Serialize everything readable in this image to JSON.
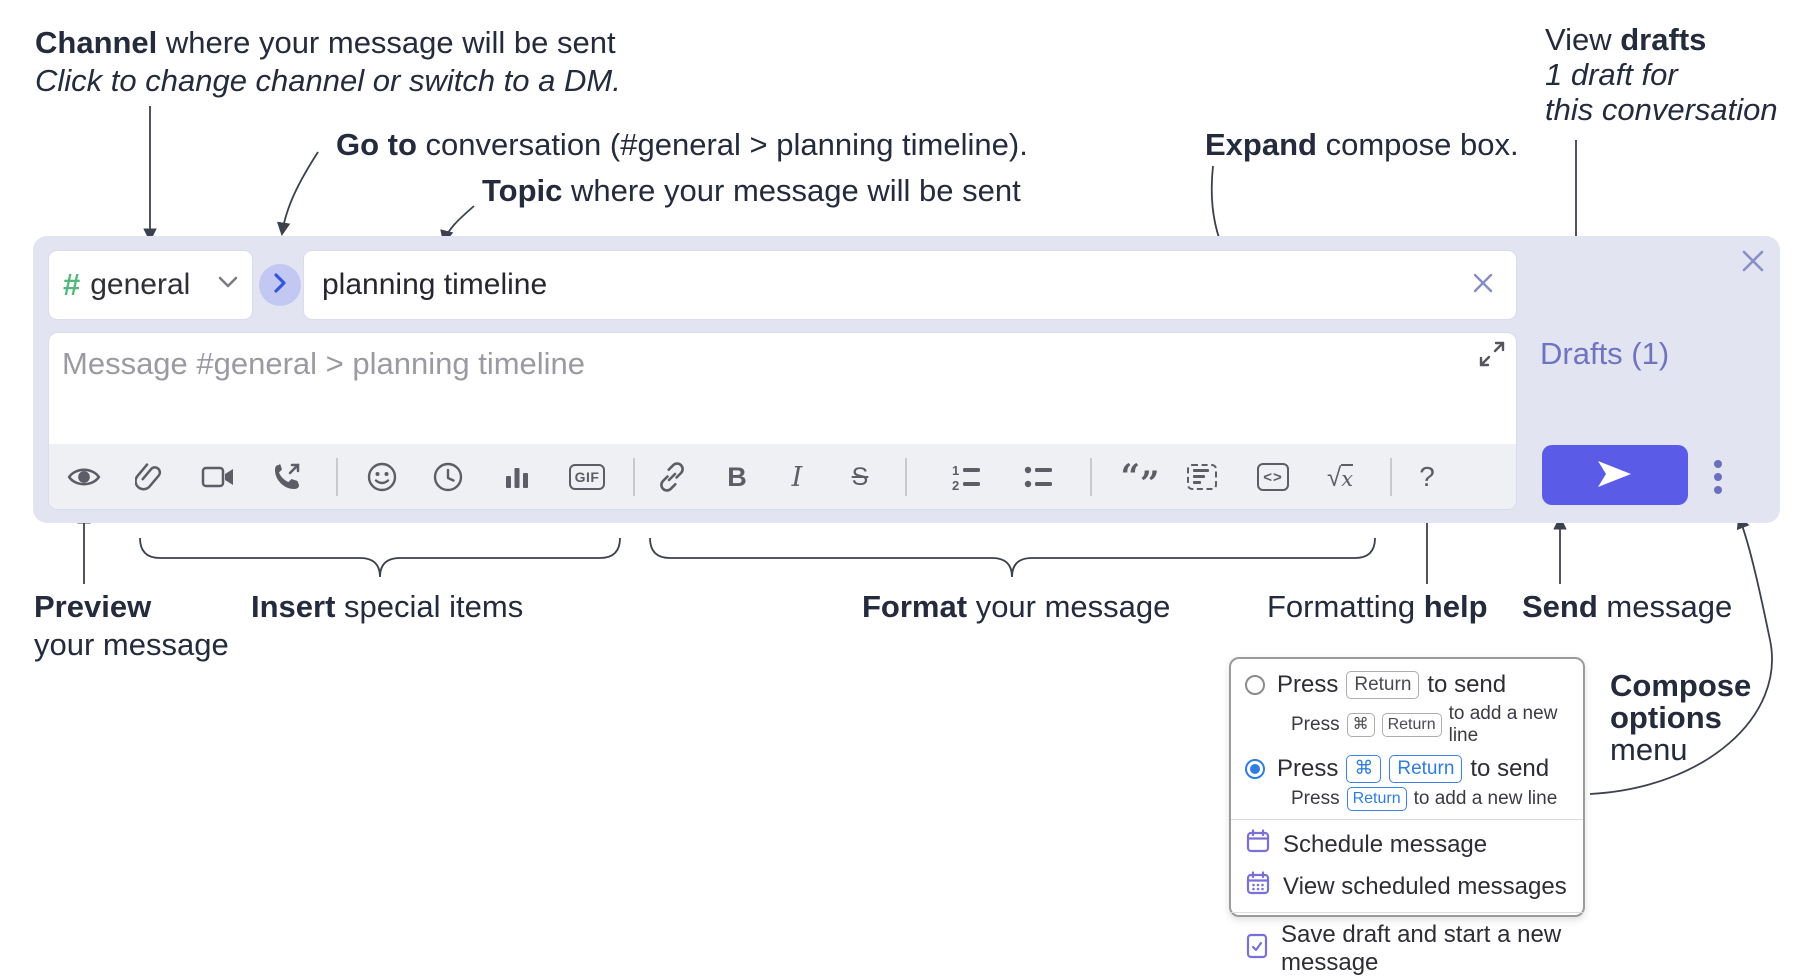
{
  "annotations": {
    "channel_line1_bold": "Channel",
    "channel_line1_rest": " where your message will be sent",
    "channel_line2": "Click to change channel or switch to a DM.",
    "goto_bold": "Go to",
    "goto_rest": " conversation (#general > planning timeline).",
    "topic_bold": "Topic",
    "topic_rest": " where your message will be sent",
    "expand_bold": "Expand",
    "expand_rest": " compose box.",
    "view_drafts_pre": "View ",
    "view_drafts_bold": "drafts",
    "view_drafts_line2": "1 draft for",
    "view_drafts_line3": "this conversation",
    "preview_bold": "Preview",
    "preview_line2": "your message",
    "insert_bold": "Insert",
    "insert_rest": " special items",
    "format_bold": "Format",
    "format_rest": " your message",
    "fmt_help_pre": "Formatting ",
    "fmt_help_bold": "help",
    "send_bold": "Send",
    "send_rest": " message",
    "compose_opts_line1": "Compose",
    "compose_opts_line2": "options",
    "compose_opts_line3": "menu"
  },
  "compose": {
    "channel_hash": "#",
    "channel_name": "general",
    "topic_value": "planning timeline",
    "message_placeholder": "Message #general > planning timeline",
    "drafts_label": "Drafts (1)"
  },
  "toolbar": {
    "gif_label": "GIF",
    "bold_label": "B",
    "italic_label": "I",
    "strike_label": "S",
    "quote_open": "“",
    "quote_close": "”",
    "ol_1": "1",
    "ol_2": "2",
    "code_label": "<>",
    "sqrt_sign": "√",
    "sqrt_x": "x",
    "help_label": "?",
    "icons": [
      "preview-eye",
      "attach-paperclip",
      "video-call",
      "voice-call",
      "emoji",
      "global-time",
      "poll",
      "gif",
      "link",
      "bold",
      "italic",
      "strikethrough",
      "numbered-list",
      "bulleted-list",
      "quote",
      "spoiler",
      "code",
      "math",
      "help"
    ]
  },
  "ui_icons": [
    "close-icon",
    "clear-topic-icon",
    "expand-icon",
    "chevron-down-icon",
    "go-to-conversation-icon",
    "send-plane-icon",
    "overflow-dots-icon",
    "calendar-icon",
    "calendar-scheduled-icon",
    "save-draft-icon"
  ],
  "popup": {
    "opt1_press": "Press",
    "opt1_kbd": "Return",
    "opt1_suffix": "to send",
    "opt1_sub_press": "Press",
    "opt1_sub_kbd1": "⌘",
    "opt1_sub_kbd2": "Return",
    "opt1_sub_suffix": "to add a new line",
    "opt2_press": "Press",
    "opt2_kbd1": "⌘",
    "opt2_kbd2": "Return",
    "opt2_suffix": "to send",
    "opt2_sub_press": "Press",
    "opt2_sub_kbd": "Return",
    "opt2_sub_suffix": "to add a new line",
    "schedule": "Schedule message",
    "view_scheduled": "View scheduled messages",
    "save_draft": "Save draft and start a new message"
  },
  "colors": {
    "container_bg": "#e2e4f1",
    "send_button": "#5a5ce8",
    "drafts_link": "#6f73c0",
    "kbd_blue": "#2f7de0",
    "hash_green": "#54b87c",
    "menu_icon_purple": "#7a70d8"
  }
}
